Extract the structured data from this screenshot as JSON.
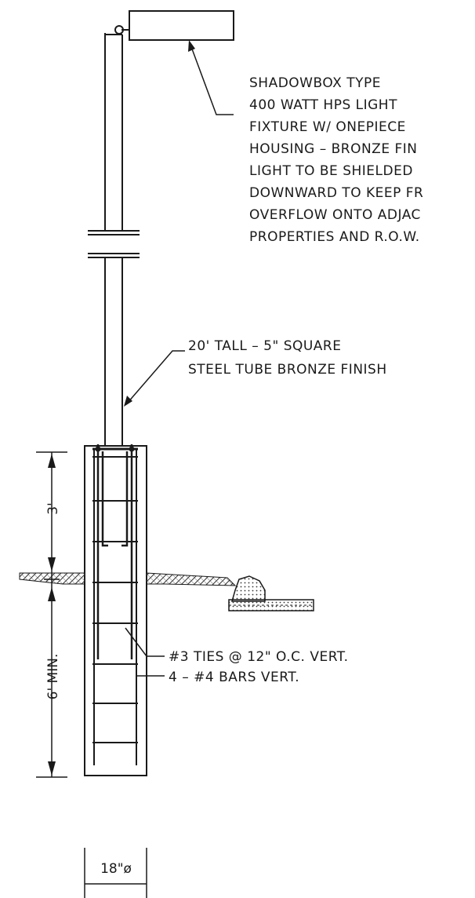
{
  "fixture_note": {
    "lines": [
      "SHADOWBOX TYPE",
      "400 WATT HPS LIGHT",
      "FIXTURE W/ ONEPIECE",
      "HOUSING – BRONZE FIN",
      "LIGHT TO BE SHIELDED",
      "DOWNWARD TO KEEP FR",
      "OVERFLOW ONTO ADJAC",
      "PROPERTIES AND R.O.W."
    ]
  },
  "pole_note": {
    "lines": [
      "20' TALL – 5\" SQUARE",
      "STEEL TUBE BRONZE FINISH"
    ]
  },
  "ties_note": "#3 TIES @ 12\" O.C. VERT.",
  "bars_note": "4 – #4 BARS VERT.",
  "dimensions": {
    "above_grade": "3'",
    "below_grade": "6' MIN.",
    "diameter": "18\"ø"
  }
}
